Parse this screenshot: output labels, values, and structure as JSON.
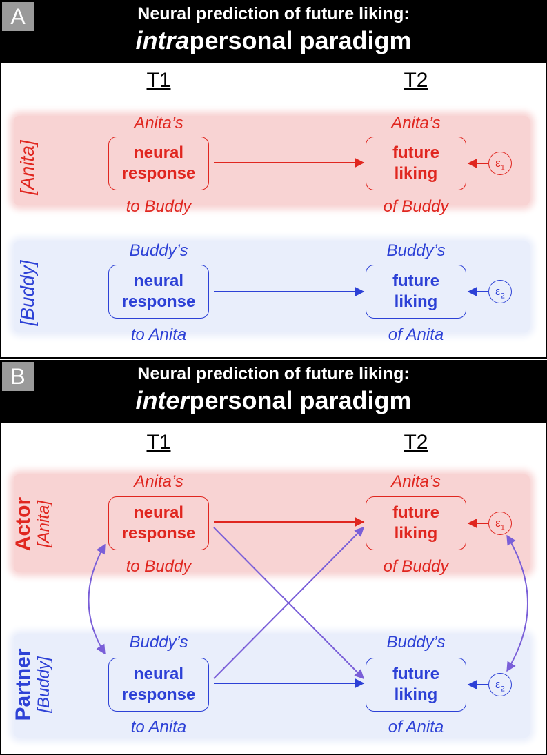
{
  "panel_a": {
    "letter": "A",
    "title_line1": "Neural prediction of future liking:",
    "title_em": "intra",
    "title_rest": "personal paradigm",
    "t1": "T1",
    "t2": "T2",
    "row_top": {
      "side_label": "[Anita]",
      "left_caption_top": "Anita’s",
      "left_line1": "neural",
      "left_line2": "response",
      "left_caption_bottom": "to Buddy",
      "right_caption_top": "Anita’s",
      "right_line1": "future",
      "right_line2": "liking",
      "right_caption_bottom": "of Buddy",
      "error": "ε",
      "error_sub": "1"
    },
    "row_bottom": {
      "side_label": "[Buddy]",
      "left_caption_top": "Buddy’s",
      "left_line1": "neural",
      "left_line2": "response",
      "left_caption_bottom": "to Anita",
      "right_caption_top": "Buddy’s",
      "right_line1": "future",
      "right_line2": "liking",
      "right_caption_bottom": "of Anita",
      "error": "ε",
      "error_sub": "2"
    }
  },
  "panel_b": {
    "letter": "B",
    "title_line1": "Neural prediction of future liking:",
    "title_em": "inter",
    "title_rest": "personal paradigm",
    "t1": "T1",
    "t2": "T2",
    "row_top": {
      "side_main": "Actor",
      "side_sub": "[Anita]",
      "left_caption_top": "Anita’s",
      "left_line1": "neural",
      "left_line2": "response",
      "left_caption_bottom": "to Buddy",
      "right_caption_top": "Anita’s",
      "right_line1": "future",
      "right_line2": "liking",
      "right_caption_bottom": "of Buddy",
      "error": "ε",
      "error_sub": "1"
    },
    "row_bottom": {
      "side_main": "Partner",
      "side_sub": "[Buddy]",
      "left_caption_top": "Buddy’s",
      "left_line1": "neural",
      "left_line2": "response",
      "left_caption_bottom": "to Anita",
      "right_caption_top": "Buddy’s",
      "right_line1": "future",
      "right_line2": "liking",
      "right_caption_bottom": "of Anita",
      "error": "ε",
      "error_sub": "2"
    }
  },
  "colors": {
    "red": "#e0261f",
    "blue": "#2d41d6",
    "purple": "#7a5fd8",
    "red_band": "#f8d3d3",
    "blue_band": "#e9eefb"
  }
}
